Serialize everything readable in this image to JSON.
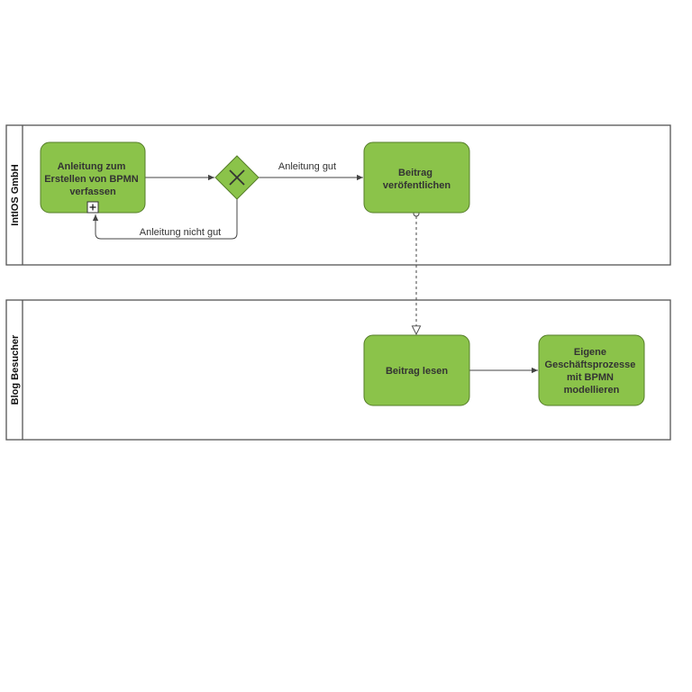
{
  "colors": {
    "task_fill": "#8bc34a",
    "task_stroke": "#557d29",
    "pool_stroke": "#555555",
    "edge_stroke": "#444444",
    "text": "#333333"
  },
  "pools": [
    {
      "id": "pool-initios",
      "label": "IntIOS GmbH"
    },
    {
      "id": "pool-blog",
      "label": "Blog Besucher"
    }
  ],
  "tasks": [
    {
      "id": "task-anleitung",
      "lines": [
        "Anleitung zum",
        "Erstellen von BPMN",
        "verfassen"
      ],
      "subprocess": true,
      "marker_icon": "plus-icon"
    },
    {
      "id": "task-beitrag-veroeffentlichen",
      "lines": [
        "Beitrag",
        "veröfentlichen"
      ],
      "subprocess": false
    },
    {
      "id": "task-beitrag-lesen",
      "lines": [
        "Beitrag lesen"
      ],
      "subprocess": false
    },
    {
      "id": "task-eigene",
      "lines": [
        "Eigene",
        "Geschäftsprozesse",
        "mit BPMN",
        "modellieren"
      ],
      "subprocess": false
    }
  ],
  "gateway": {
    "id": "gateway-exclusive",
    "icon": "exclusive-x-icon"
  },
  "edges": [
    {
      "id": "edge-anleitung-to-gateway",
      "label": ""
    },
    {
      "id": "edge-gateway-to-beitrag",
      "label": "Anleitung gut"
    },
    {
      "id": "edge-gateway-loop-back",
      "label": "Anleitung nicht gut"
    },
    {
      "id": "edge-message-flow",
      "label": ""
    },
    {
      "id": "edge-lesen-to-eigene",
      "label": ""
    }
  ]
}
